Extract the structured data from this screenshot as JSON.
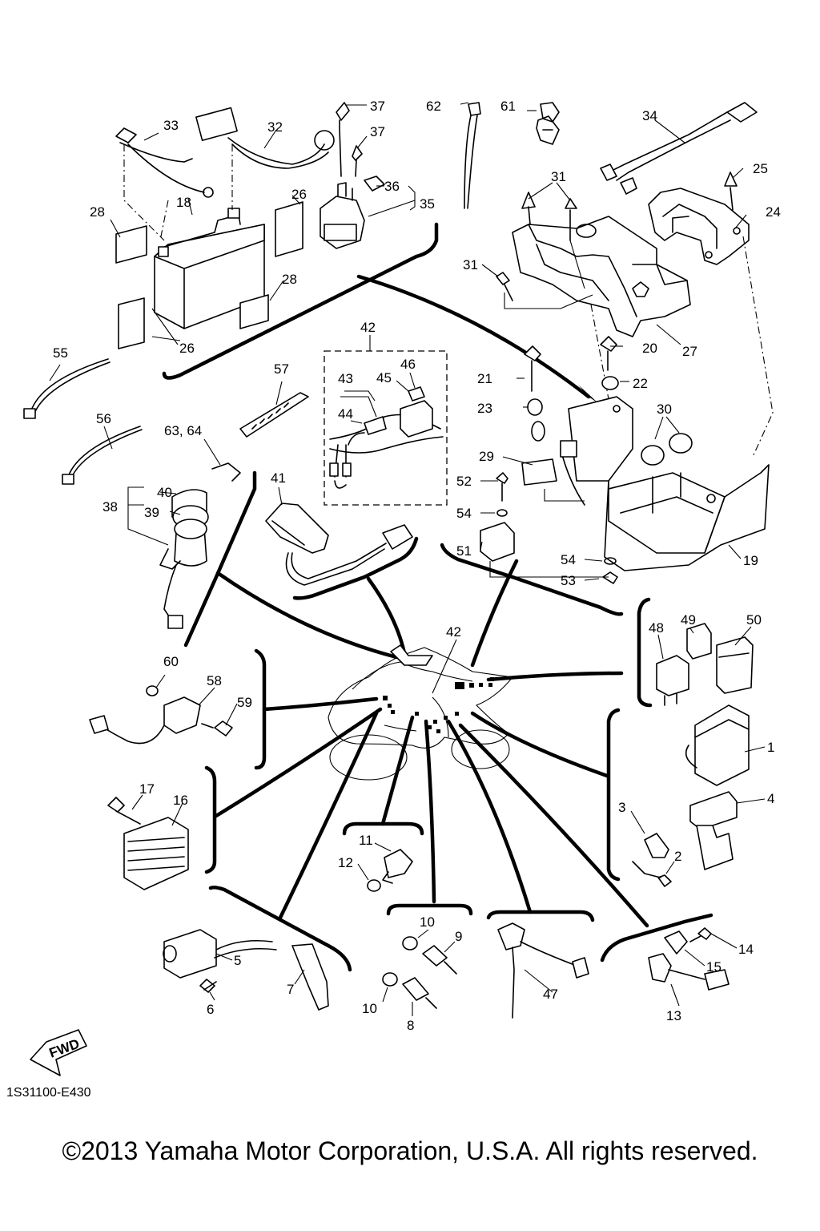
{
  "diagram": {
    "doc_code": "1S31100-E430",
    "copyright": "©2013 Yamaha Motor Corporation, U.S.A. All rights reserved.",
    "fwd_label": "FWD",
    "callouts": [
      {
        "id": "c37a",
        "label": "37"
      },
      {
        "id": "c37b",
        "label": "37"
      },
      {
        "id": "c62",
        "label": "62"
      },
      {
        "id": "c61",
        "label": "61"
      },
      {
        "id": "c34",
        "label": "34"
      },
      {
        "id": "c33",
        "label": "33"
      },
      {
        "id": "c32",
        "label": "32"
      },
      {
        "id": "c36",
        "label": "36"
      },
      {
        "id": "c35",
        "label": "35"
      },
      {
        "id": "c31a",
        "label": "31"
      },
      {
        "id": "c25",
        "label": "25"
      },
      {
        "id": "c24",
        "label": "24"
      },
      {
        "id": "c28a",
        "label": "28"
      },
      {
        "id": "c18",
        "label": "18"
      },
      {
        "id": "c26a",
        "label": "26"
      },
      {
        "id": "c28b",
        "label": "28"
      },
      {
        "id": "c26b",
        "label": "26"
      },
      {
        "id": "c31b",
        "label": "31"
      },
      {
        "id": "c27",
        "label": "27"
      },
      {
        "id": "c20",
        "label": "20"
      },
      {
        "id": "c55",
        "label": "55"
      },
      {
        "id": "c42a",
        "label": "42"
      },
      {
        "id": "c57",
        "label": "57"
      },
      {
        "id": "c46",
        "label": "46"
      },
      {
        "id": "c45",
        "label": "45"
      },
      {
        "id": "c43",
        "label": "43"
      },
      {
        "id": "c21",
        "label": "21"
      },
      {
        "id": "c22",
        "label": "22"
      },
      {
        "id": "c23",
        "label": "23"
      },
      {
        "id": "c30",
        "label": "30"
      },
      {
        "id": "c56",
        "label": "56"
      },
      {
        "id": "c44",
        "label": "44"
      },
      {
        "id": "c6364",
        "label": "63, 64"
      },
      {
        "id": "c29",
        "label": "29"
      },
      {
        "id": "c41",
        "label": "41"
      },
      {
        "id": "c40",
        "label": "40"
      },
      {
        "id": "c52",
        "label": "52"
      },
      {
        "id": "c38",
        "label": "38"
      },
      {
        "id": "c39",
        "label": "39"
      },
      {
        "id": "c54a",
        "label": "54"
      },
      {
        "id": "c51",
        "label": "51"
      },
      {
        "id": "c19",
        "label": "19"
      },
      {
        "id": "c54b",
        "label": "54"
      },
      {
        "id": "c53",
        "label": "53"
      },
      {
        "id": "c49",
        "label": "49"
      },
      {
        "id": "c50",
        "label": "50"
      },
      {
        "id": "c48",
        "label": "48"
      },
      {
        "id": "c42b",
        "label": "42"
      },
      {
        "id": "c60",
        "label": "60"
      },
      {
        "id": "c58",
        "label": "58"
      },
      {
        "id": "c59",
        "label": "59"
      },
      {
        "id": "c1",
        "label": "1"
      },
      {
        "id": "c17",
        "label": "17"
      },
      {
        "id": "c16",
        "label": "16"
      },
      {
        "id": "c4",
        "label": "4"
      },
      {
        "id": "c3",
        "label": "3"
      },
      {
        "id": "c11",
        "label": "11"
      },
      {
        "id": "c2",
        "label": "2"
      },
      {
        "id": "c12",
        "label": "12"
      },
      {
        "id": "c10a",
        "label": "10"
      },
      {
        "id": "c9",
        "label": "9"
      },
      {
        "id": "c14",
        "label": "14"
      },
      {
        "id": "c5",
        "label": "5"
      },
      {
        "id": "c15",
        "label": "15"
      },
      {
        "id": "c7",
        "label": "7"
      },
      {
        "id": "c10b",
        "label": "10"
      },
      {
        "id": "c47",
        "label": "47"
      },
      {
        "id": "c6",
        "label": "6"
      },
      {
        "id": "c8",
        "label": "8"
      },
      {
        "id": "c13",
        "label": "13"
      }
    ]
  }
}
